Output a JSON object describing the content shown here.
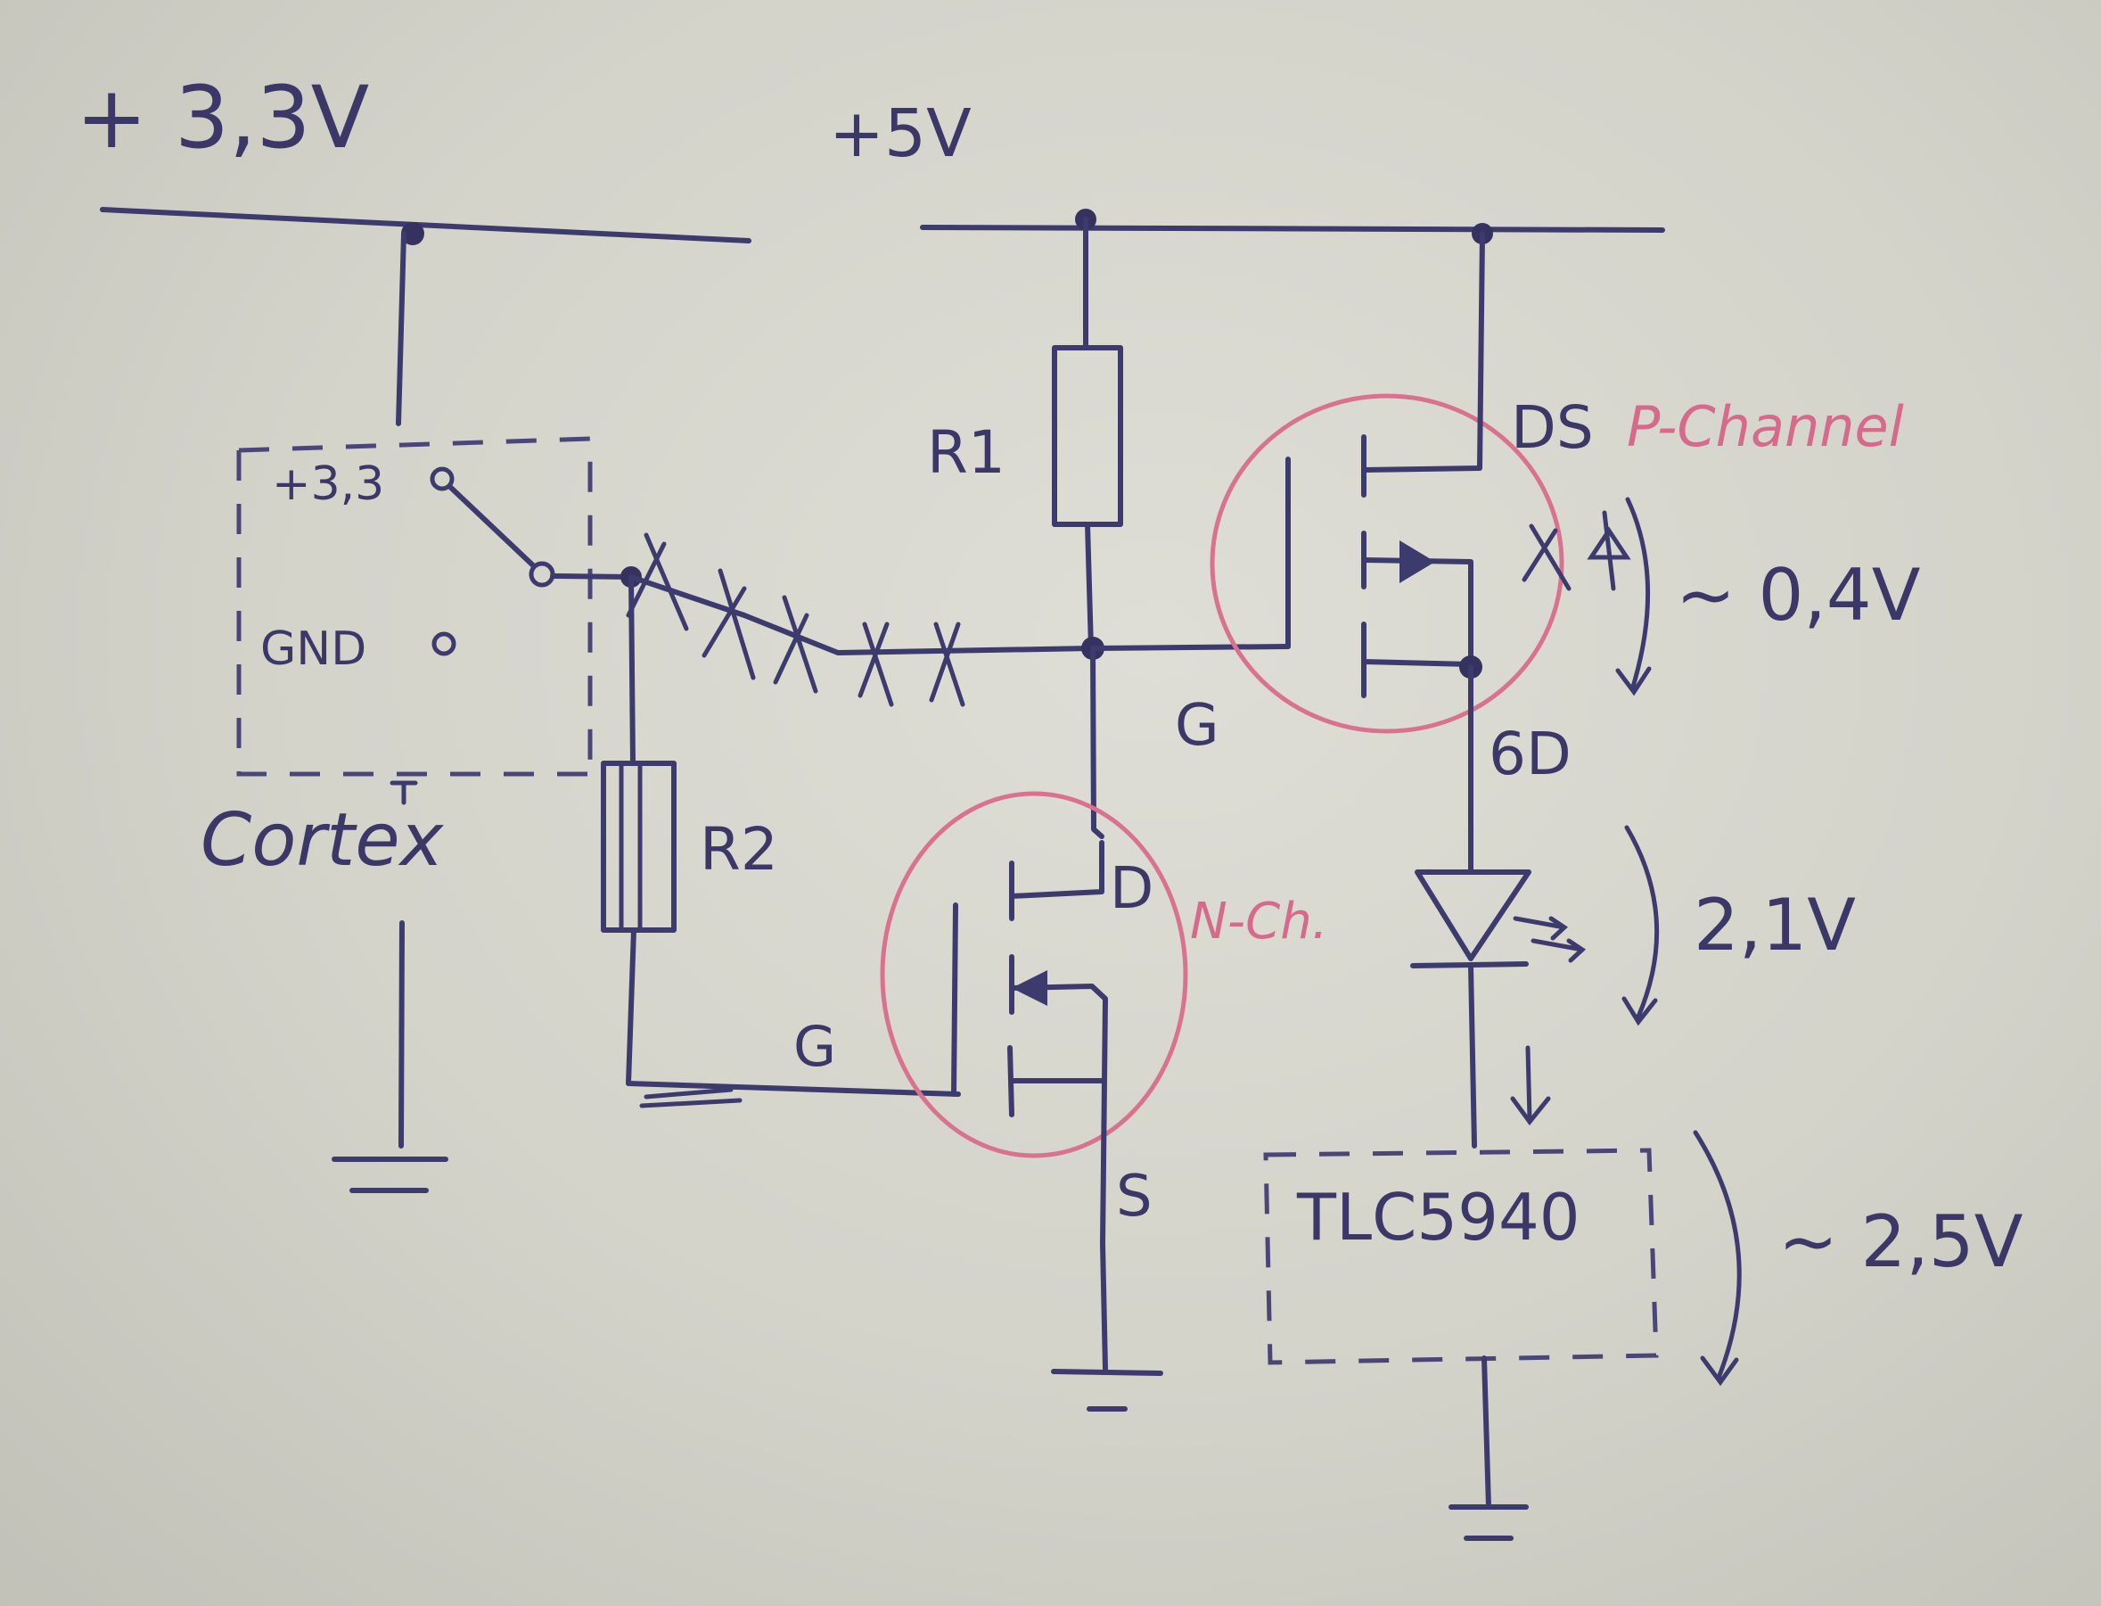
{
  "rails": {
    "v33": "+ 3,3V",
    "v5": "+5V"
  },
  "cortex": {
    "pin_33": "+3,3",
    "pin_gnd": "GND",
    "name": "Cortex"
  },
  "resistors": {
    "r1": "R1",
    "r2": "R2"
  },
  "p_mosfet": {
    "type": "P-Channel",
    "source": "DS",
    "gate": "G",
    "drain": "6D"
  },
  "n_mosfet": {
    "type": "N-Ch.",
    "drain": "D",
    "gate": "G",
    "source": "S"
  },
  "voltages": {
    "p_drop": "~ 0,4V",
    "led_drop": "2,1V",
    "driver_drop": "~ 2,5V"
  },
  "driver": {
    "name": "TLC5940"
  },
  "colors": {
    "ink": "#3d3a6e",
    "highlight": "#d9728f",
    "paper": "#d8d8d0"
  }
}
